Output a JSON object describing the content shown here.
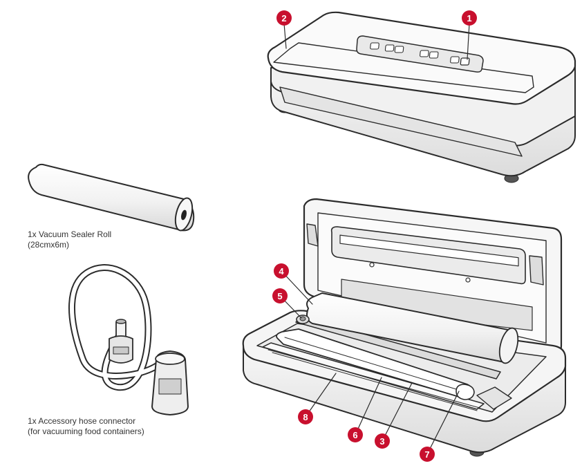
{
  "captions": {
    "roll": {
      "line1": "1x Vacuum Sealer Roll",
      "line2": "(28cmx6m)"
    },
    "hose": {
      "line1": "1x Accessory hose connector",
      "line2": "(for vacuuming food containers)"
    }
  },
  "markers": [
    {
      "id": "1",
      "label": "1"
    },
    {
      "id": "2",
      "label": "2"
    },
    {
      "id": "3",
      "label": "3"
    },
    {
      "id": "4",
      "label": "4"
    },
    {
      "id": "5",
      "label": "5"
    },
    {
      "id": "6",
      "label": "6"
    },
    {
      "id": "7",
      "label": "7"
    },
    {
      "id": "8",
      "label": "8"
    }
  ],
  "colors": {
    "marker": "#c8102e",
    "outline": "#2b2b2b",
    "body_fill": "#f4f4f4",
    "panel_fill": "#e6e6e6",
    "shadow_fill": "#d6d6d6"
  }
}
